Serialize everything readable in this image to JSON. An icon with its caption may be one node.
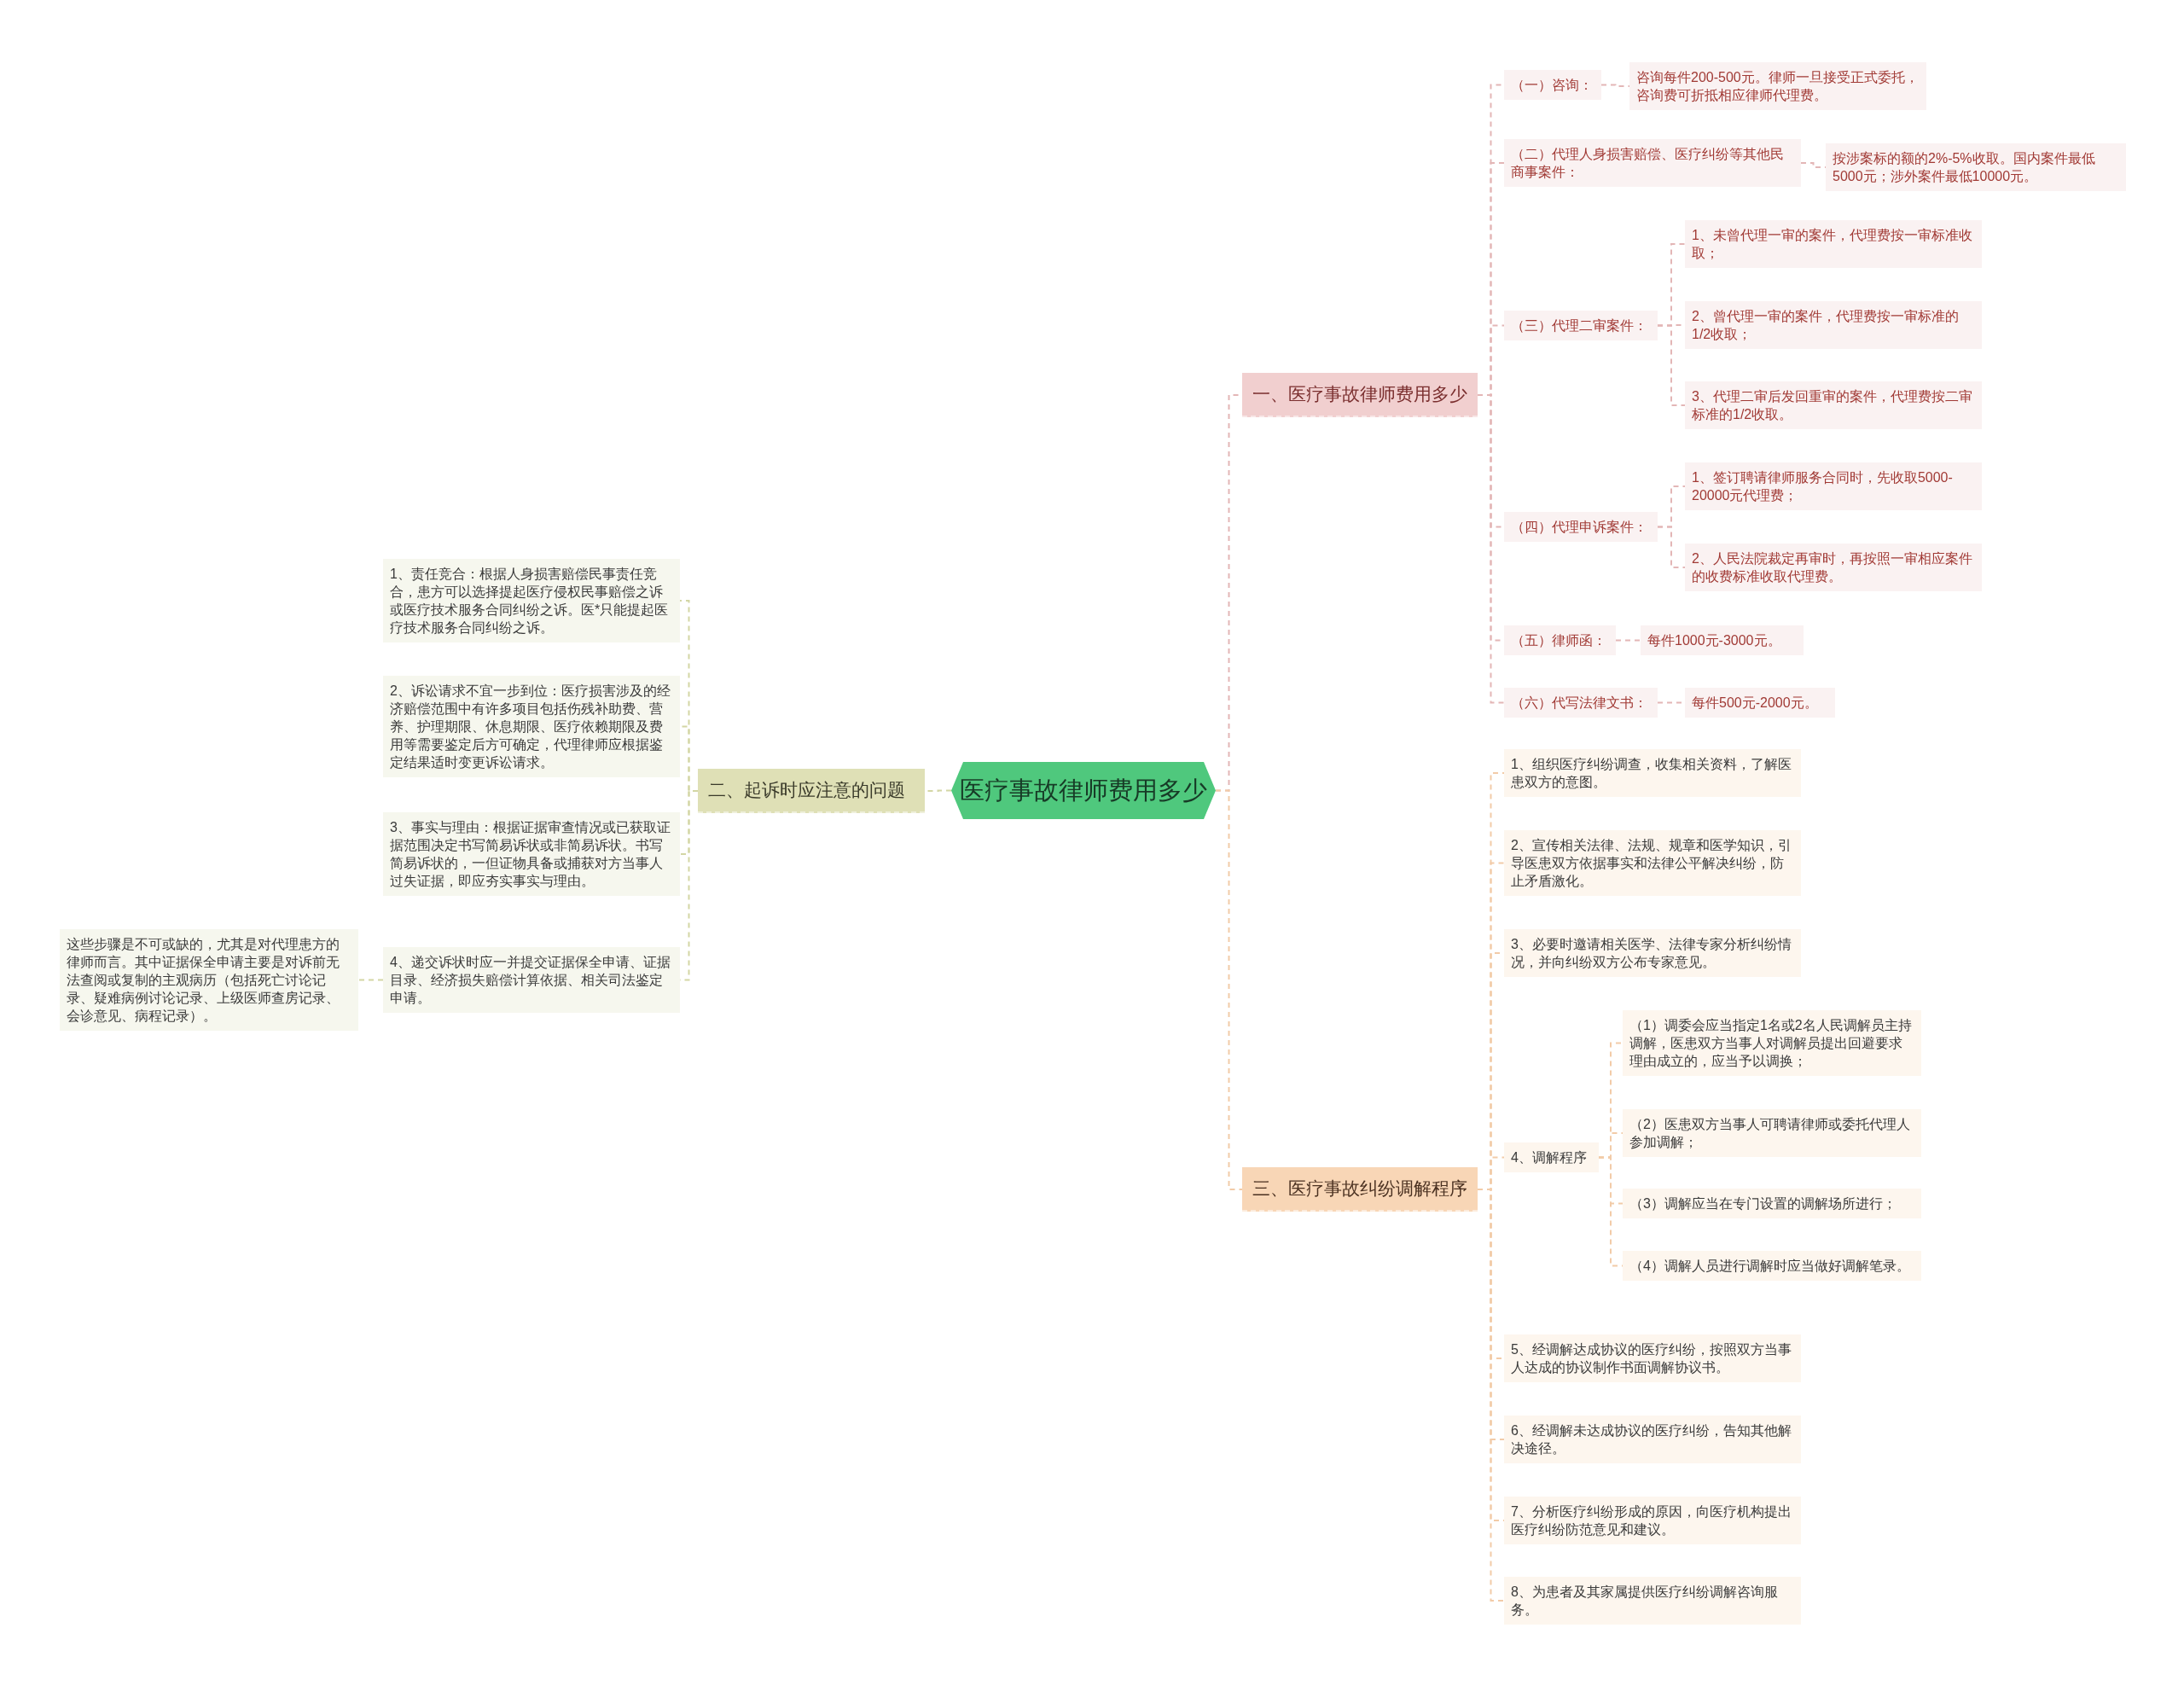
{
  "diagram": {
    "nodes": [
      {
        "text": [
          "医疗事故律师费用多少"
        ]
      },
      {
        "text": [
          "一、医疗事故律师费用多少"
        ]
      },
      {
        "text": [
          "（一）咨询："
        ]
      },
      {
        "text": [
          "咨询每件200-500元。律师一旦接受正式委托，咨询费可折抵相应律师代理费。"
        ]
      },
      {
        "text": [
          "（二）代理人身损害赔偿、医疗纠纷等其他民商事案件："
        ]
      },
      {
        "text": [
          "按涉案标的额的2%-5%收取。国内案件最低5000元；涉外案件最低10000元。"
        ]
      },
      {
        "text": [
          "（三）代理二审案件："
        ]
      },
      {
        "text": [
          "1、未曾代理一审的案件，代理费按一审标准收取；"
        ]
      },
      {
        "text": [
          "2、曾代理一审的案件，代理费按一审标准的1/2收取；"
        ]
      },
      {
        "text": [
          "3、代理二审后发回重审的案件，代理费按二审标准的1/2收取。"
        ]
      },
      {
        "text": [
          "（四）代理申诉案件："
        ]
      },
      {
        "text": [
          "1、签订聘请律师服务合同时，先收取5000-20000元代理费；"
        ]
      },
      {
        "text": [
          "2、人民法院裁定再审时，再按照一审相应案件的收费标准收取代理费。"
        ]
      },
      {
        "text": [
          "（五）律师函："
        ]
      },
      {
        "text": [
          "每件1000元-3000元。"
        ]
      },
      {
        "text": [
          "（六）代写法律文书："
        ]
      },
      {
        "text": [
          "每件500元-2000元。"
        ]
      },
      {
        "text": [
          "二、起诉时应注意的问题"
        ]
      },
      {
        "text": [
          "1、责任竞合：根据人身损害赔偿民事责任竞合，患方可以选择提起医疗侵权民事赔偿之诉或医疗技术服务合同纠纷之诉。医*只能提起医疗技术服务合同纠纷之诉。"
        ]
      },
      {
        "text": [
          "2、诉讼请求不宜一步到位：医疗损害涉及的经济赔偿范围中有许多项目包括伤残补助费、营养、护理期限、休息期限、医疗依赖期限及费用等需要鉴定后方可确定，代理律师应根据鉴定结果适时变更诉讼请求。"
        ]
      },
      {
        "text": [
          "3、事实与理由：根据证据审查情况或已获取证据范围决定书写简易诉状或非简易诉状。书写简易诉状的，一但证物具备或捕获对方当事人过失证据，即应夯实事实与理由。"
        ]
      },
      {
        "text": [
          "4、递交诉状时应一并提交证据保全申请、证据目录、经济损失赔偿计算依据、相关司法鉴定申请。"
        ]
      },
      {
        "text": [
          "这些步骤是不可或缺的，尤其是对代理患方的律师而言。其中证据保全申请主要是对诉前无法查阅或复制的主观病历（包括死亡讨论记录、疑难病例讨论记录、上级医师查房记录、会诊意见、病程记录）。"
        ]
      },
      {
        "text": [
          "三、医疗事故纠纷调解程序"
        ]
      },
      {
        "text": [
          "1、组织医疗纠纷调查，收集相关资料，了解医患双方的意图。"
        ]
      },
      {
        "text": [
          "2、宣传相关法律、法规、规章和医学知识，引导医患双方依据事实和法律公平解决纠纷，防止矛盾激化。"
        ]
      },
      {
        "text": [
          "3、必要时邀请相关医学、法律专家分析纠纷情况，并向纠纷双方公布专家意见。"
        ]
      },
      {
        "text": [
          "4、调解程序"
        ]
      },
      {
        "text": [
          "（1）调委会应当指定1名或2名人民调解员主持调解，医患双方当事人对调解员提出回避要求理由成立的，应当予以调换；"
        ]
      },
      {
        "text": [
          "（2）医患双方当事人可聘请律师或委托代理人参加调解；"
        ]
      },
      {
        "text": [
          "（3）调解应当在专门设置的调解场所进行；"
        ]
      },
      {
        "text": [
          "（4）调解人员进行调解时应当做好调解笔录。"
        ]
      },
      {
        "text": [
          "5、经调解达成协议的医疗纠纷，按照双方当事人达成的协议制作书面调解协议书。"
        ]
      },
      {
        "text": [
          "6、经调解未达成协议的医疗纠纷，告知其他解决途径。"
        ]
      },
      {
        "text": [
          "7、分析医疗纠纷形成的原因，向医疗机构提出医疗纠纷防范意见和建议。"
        ]
      },
      {
        "text": [
          "8、为患者及其家属提供医疗纠纷调解咨询服务。"
        ]
      }
    ],
    "edges": [
      {
        "from": 0,
        "to": 1,
        "arrow": "none"
      },
      {
        "from": 1,
        "to": 2,
        "arrow": "none"
      },
      {
        "from": 2,
        "to": 3,
        "arrow": "none"
      },
      {
        "from": 1,
        "to": 4,
        "arrow": "none"
      },
      {
        "from": 4,
        "to": 5,
        "arrow": "none"
      },
      {
        "from": 1,
        "to": 6,
        "arrow": "none"
      },
      {
        "from": 6,
        "to": 7,
        "arrow": "none"
      },
      {
        "from": 6,
        "to": 8,
        "arrow": "none"
      },
      {
        "from": 6,
        "to": 9,
        "arrow": "none"
      },
      {
        "from": 1,
        "to": 10,
        "arrow": "none"
      },
      {
        "from": 10,
        "to": 11,
        "arrow": "none"
      },
      {
        "from": 10,
        "to": 12,
        "arrow": "none"
      },
      {
        "from": 1,
        "to": 13,
        "arrow": "none"
      },
      {
        "from": 13,
        "to": 14,
        "arrow": "none"
      },
      {
        "from": 1,
        "to": 15,
        "arrow": "none"
      },
      {
        "from": 15,
        "to": 16,
        "arrow": "none"
      },
      {
        "from": 0,
        "to": 17,
        "arrow": "none",
        "color": "#d3d6a4"
      },
      {
        "from": 17,
        "to": 18,
        "arrow": "none",
        "color": "#d3d6a4"
      },
      {
        "from": 17,
        "to": 19,
        "arrow": "none",
        "color": "#d3d6a4"
      },
      {
        "from": 17,
        "to": 20,
        "arrow": "none",
        "color": "#d3d6a4"
      },
      {
        "from": 17,
        "to": 21,
        "arrow": "none",
        "color": "#d3d6a4"
      },
      {
        "from": 21,
        "to": 22,
        "arrow": "none",
        "color": "#d3d6a4"
      },
      {
        "from": 0,
        "to": 23,
        "arrow": "none",
        "color": "#f2cba8"
      },
      {
        "from": 23,
        "to": 24,
        "arrow": "none",
        "color": "#f2cba8"
      },
      {
        "from": 23,
        "to": 25,
        "arrow": "none",
        "color": "#f2cba8"
      },
      {
        "from": 23,
        "to": 26,
        "arrow": "none",
        "color": "#f2cba8"
      },
      {
        "from": 23,
        "to": 27,
        "arrow": "none",
        "color": "#f2cba8"
      },
      {
        "from": 27,
        "to": 28,
        "arrow": "none",
        "color": "#f2cba8"
      },
      {
        "from": 27,
        "to": 29,
        "arrow": "none",
        "color": "#f2cba8"
      },
      {
        "from": 27,
        "to": 30,
        "arrow": "none",
        "color": "#f2cba8"
      },
      {
        "from": 27,
        "to": 31,
        "arrow": "none",
        "color": "#f2cba8"
      },
      {
        "from": 23,
        "to": 32,
        "arrow": "none",
        "color": "#f2cba8"
      },
      {
        "from": 23,
        "to": 33,
        "arrow": "none",
        "color": "#f2cba8"
      },
      {
        "from": 23,
        "to": 34,
        "arrow": "none",
        "color": "#f2cba8"
      },
      {
        "from": 23,
        "to": 35,
        "arrow": "none",
        "color": "#f2cba8"
      }
    ]
  }
}
